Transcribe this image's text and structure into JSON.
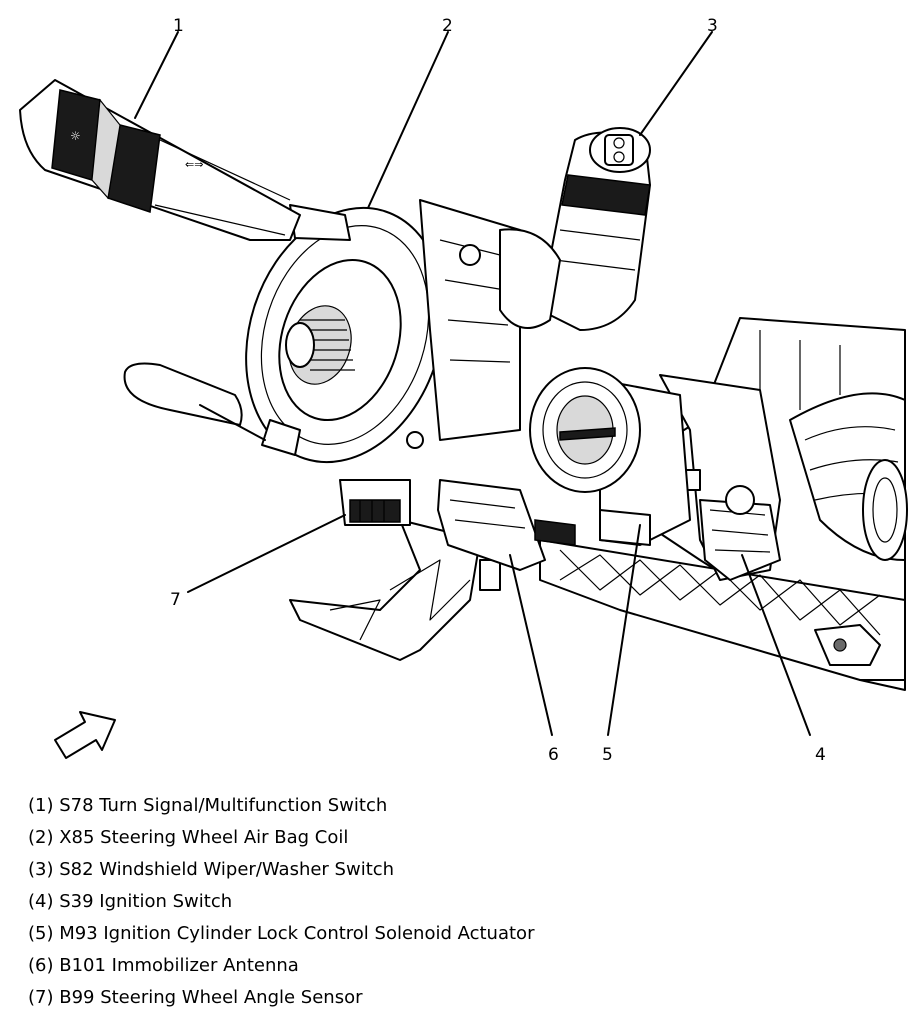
{
  "callouts": [
    "1",
    "2",
    "3",
    "4",
    "5",
    "6",
    "7"
  ],
  "legend": [
    "(1) S78 Turn Signal/Multifunction Switch",
    "(2) X85 Steering Wheel Air Bag Coil",
    "(3) S82 Windshield Wiper/Washer Switch",
    "(4) S39 Ignition Switch",
    "(5) M93 Ignition Cylinder Lock Control Solenoid Actuator",
    "(6) B101 Immobilizer Antenna",
    "(7) B99 Steering Wheel Angle Sensor"
  ]
}
